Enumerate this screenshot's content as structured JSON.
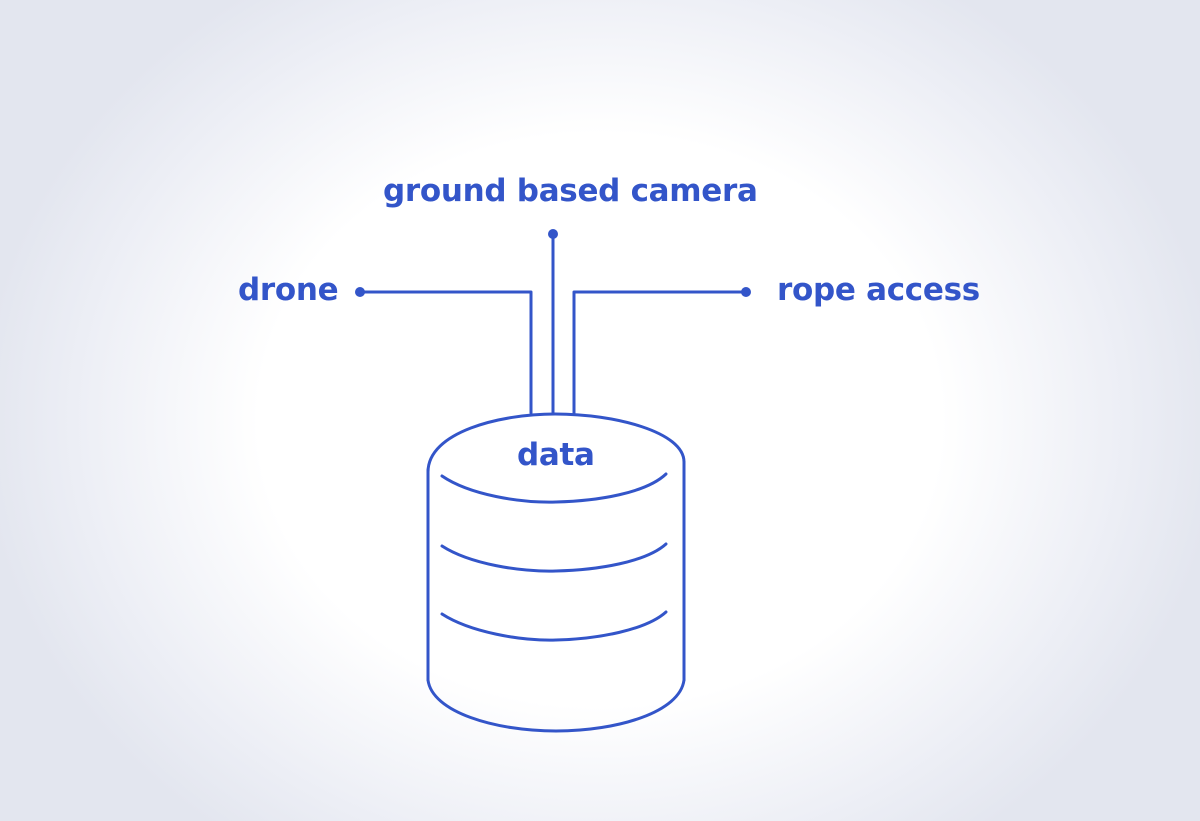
{
  "diagram": {
    "nodes": {
      "camera": {
        "label": "ground based camera"
      },
      "drone": {
        "label": "drone"
      },
      "rope": {
        "label": "rope access"
      },
      "data": {
        "label": "data"
      }
    },
    "edges": [
      {
        "from": "drone",
        "to": "data"
      },
      {
        "from": "camera",
        "to": "data"
      },
      {
        "from": "rope",
        "to": "data"
      }
    ],
    "colors": {
      "stroke": "#3355c9",
      "text": "#3355c9",
      "background": "#ffffff",
      "vignette": "#e3e6ef"
    }
  }
}
